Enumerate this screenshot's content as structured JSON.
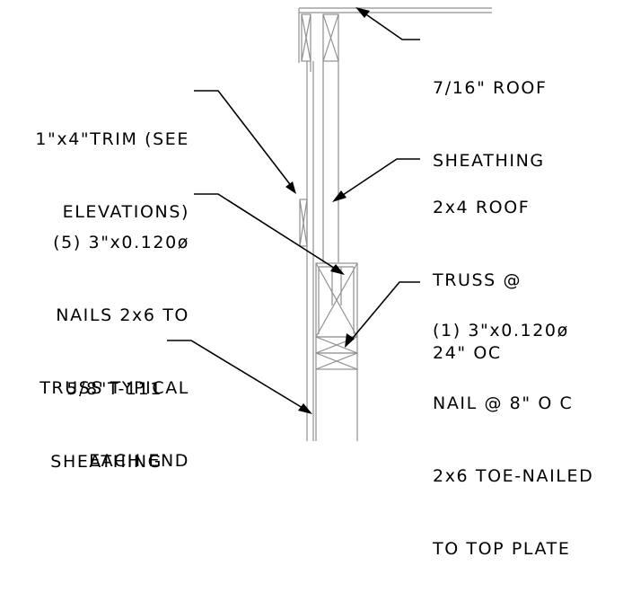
{
  "diagram": {
    "notes": [
      {
        "id": "roof-sheathing",
        "lines": [
          "7/16\" ROOF",
          "SHEATHING"
        ]
      },
      {
        "id": "trim",
        "lines": [
          "1\"x4\"TRIM (SEE",
          "ELEVATIONS)"
        ]
      },
      {
        "id": "roof-truss",
        "lines": [
          "2x4 ROOF",
          "TRUSS @",
          "24\" OC"
        ]
      },
      {
        "id": "nails-2x6",
        "lines": [
          "(5) 3\"x0.120ø",
          "NAILS 2x6 TO",
          "TRUSS TYPICAL",
          "EACH END"
        ]
      },
      {
        "id": "toe-nail",
        "lines": [
          "(1) 3\"x0.120ø",
          "NAIL @ 8\" O C",
          "2x6 TOE-NAILED",
          "TO TOP PLATE"
        ]
      },
      {
        "id": "t111-sheathing",
        "lines": [
          "5/8\"T-111",
          "SHEATHING"
        ]
      }
    ]
  }
}
